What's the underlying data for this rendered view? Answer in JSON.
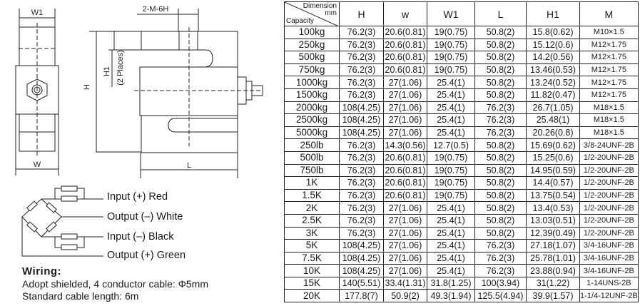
{
  "drawing": {
    "side_view": {
      "w1_label": "W1",
      "w_label": "W"
    },
    "front_view": {
      "thread_label": "2-M-6H",
      "h_label": "H",
      "h1_label": "H1",
      "h1_note": "(2 Places)",
      "l_label": "L"
    }
  },
  "wiring": {
    "connections": [
      "Input (+) Red",
      "Output (–) White",
      "Input (–) Black",
      "Output (+) Green"
    ],
    "title": "Wiring:",
    "cable": "Adopt shielded, 4 conductor cable:  Φ5mm",
    "length": "Standard cable length: 6m"
  },
  "table": {
    "corner": {
      "dimension": "Dimension",
      "unit": "mm",
      "capacity": "Capacity"
    },
    "headers": [
      "H",
      "w",
      "W1",
      "L",
      "H1",
      "M"
    ],
    "rows": [
      [
        "100kg",
        "76.2(3)",
        "20.6(0.81)",
        "19(0.75)",
        "50.8(2)",
        "15.8(0.62)",
        "M10×1.5"
      ],
      [
        "250kg",
        "76.2(3)",
        "20.6(0.81)",
        "19(0.75)",
        "50.8(2)",
        "15.12(0.6)",
        "M12×1.75"
      ],
      [
        "500kg",
        "76.2(3)",
        "20.6(0.81)",
        "19(0.75)",
        "50.8(2)",
        "14.2(0.56)",
        "M12×1.75"
      ],
      [
        "750kg",
        "76.2(3)",
        "20.6(0.81)",
        "19(0.75)",
        "50.8(2)",
        "13.46(0.53)",
        "M12×1.75"
      ],
      [
        "1000kg",
        "76.2(3)",
        "27(1.06)",
        "25.4(1)",
        "50.8(2)",
        "13.24(0.52)",
        "M12×1.75"
      ],
      [
        "1500kg",
        "76.2(3)",
        "27(1.06)",
        "25.4(1)",
        "50.8(2)",
        "11.82(0.47)",
        "M12×1.75"
      ],
      [
        "2000kg",
        "108(4.25)",
        "27(1.06)",
        "25.4(1)",
        "76.2(3)",
        "26.7(1.05)",
        "M18×1.5"
      ],
      [
        "2500kg",
        "108(4.25)",
        "27(1.06)",
        "25.4(1)",
        "76.2(3)",
        "25.48(1)",
        "M18×1.5"
      ],
      [
        "5000kg",
        "108(4.25)",
        "27(1.06)",
        "25.4(1)",
        "76.2(3)",
        "20.26(0.8)",
        "M18×1.5"
      ],
      [
        "250lb",
        "76.2(3)",
        "14.3(0.56)",
        "12.7(0.5)",
        "50.8(2)",
        "15.69(0.62)",
        "3/8-24UNF-2B"
      ],
      [
        "500lb",
        "76.2(3)",
        "20.6(0.81)",
        "19(0.75)",
        "50.8(2)",
        "15.25(0.6)",
        "1/2-20UNF-2B"
      ],
      [
        "750lb",
        "76.2(3)",
        "20.6(0.81)",
        "19(0.75)",
        "50.8(2)",
        "14.95(0.59)",
        "1/2-20UNF-2B"
      ],
      [
        "1K",
        "76.2(3)",
        "20.6(0.81)",
        "19(0.75)",
        "50.8(2)",
        "14.4(0.57)",
        "1/2-20UNF-2B"
      ],
      [
        "1.5K",
        "76.2(3)",
        "20.6(0.81)",
        "19(0.75)",
        "50.8(2)",
        "13.75(0.54)",
        "1/2-20UNF-2B"
      ],
      [
        "2K",
        "76.2(3)",
        "27(1.06)",
        "25.4(1)",
        "50.8(2)",
        "13.4(0.53)",
        "1/2-20UNF-2B"
      ],
      [
        "2.5K",
        "76.2(3)",
        "27(1.06)",
        "25.4(1)",
        "50.8(2)",
        "13.03(0.51)",
        "1/2-20UNF-2B"
      ],
      [
        "3K",
        "76.2(3)",
        "27(1.06)",
        "25.4(1)",
        "50.8(2)",
        "12.39(0.49)",
        "1/2-20UNF-2B"
      ],
      [
        "5K",
        "108(4.25)",
        "27(1.06)",
        "25.4(1)",
        "76.2(3)",
        "27.18(1.07)",
        "3/4-16UNF-2B"
      ],
      [
        "7.5K",
        "108(4.25)",
        "27(1.06)",
        "25.4(1)",
        "76.2(3)",
        "25.78(1.01)",
        "3/4-16UNF-2B"
      ],
      [
        "10K",
        "108(4.25)",
        "27(1.06)",
        "25.4(1)",
        "76.2(3)",
        "23.88(0.94)",
        "3/4-16UNF-2B"
      ],
      [
        "15K",
        "140(5.51)",
        "33.4(1.31)",
        "31.8(1.25)",
        "100(3.94)",
        "31(1.22)",
        "1-14UNS-2B"
      ],
      [
        "20K",
        "177.8(7)",
        "50.9(2)",
        "49.3(1.94)",
        "125.5(4.94)",
        "39.9(1.57)",
        "1-1/4-12UNF-2B"
      ]
    ]
  }
}
